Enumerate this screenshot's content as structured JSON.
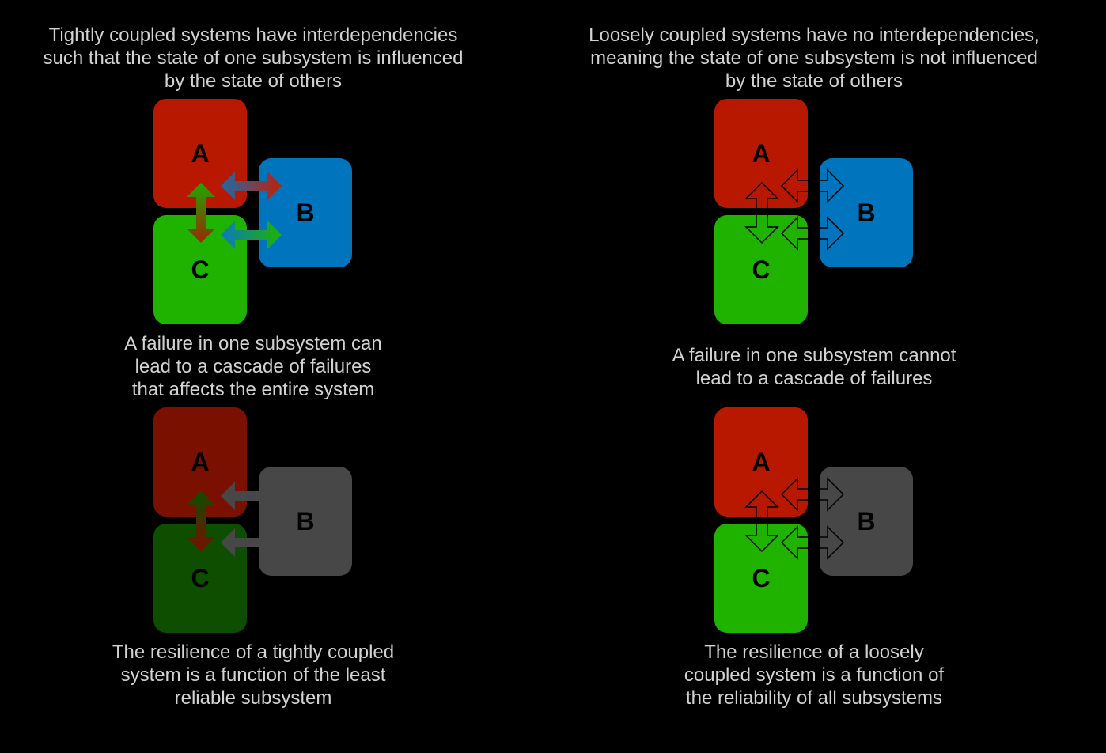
{
  "colors": {
    "red": "#b81800",
    "red_failed": "#7a1000",
    "blue": "#0074bd",
    "green": "#1fb300",
    "green_failed": "#0d4e00",
    "gray_failed": "#474747"
  },
  "tight": {
    "intro": "Tightly coupled systems have interdependencies\nsuch that the state of one subsystem is influenced\nby the state of others",
    "failure": "A failure in one subsystem can\nlead to a cascade of failures\nthat affects the entire system",
    "resilience": "The resilience of a tightly coupled\nsystem is a function of the least\nreliable subsystem",
    "top": {
      "a": "A",
      "b": "B",
      "c": "C"
    },
    "bottom": {
      "a": "A",
      "b": "B",
      "c": "C"
    }
  },
  "loose": {
    "intro": "Loosely coupled systems have no interdependencies,\nmeaning the state of one subsystem is not influenced\nby the state of others",
    "failure": "A failure in one subsystem cannot\nlead to a cascade of failures",
    "resilience": "The resilience of a loosely\ncoupled system is a function of\nthe reliability of all subsystems",
    "top": {
      "a": "A",
      "b": "B",
      "c": "C"
    },
    "bottom": {
      "a": "A",
      "b": "B",
      "c": "C"
    }
  }
}
